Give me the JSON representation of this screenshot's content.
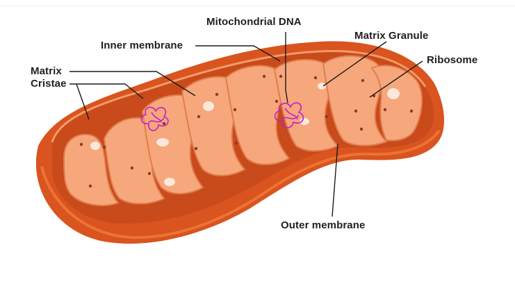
{
  "diagram": {
    "labels": {
      "mtdna": "Mitochondrial DNA",
      "inner_membrane": "Inner membrane",
      "matrix_granule": "Matrix Granule",
      "ribosome": "Ribosome",
      "matrix": "Matrix",
      "cristae": "Cristae",
      "outer_membrane": "Outer membrane"
    },
    "colors": {
      "outer": "#d9541e",
      "outer_dark": "#b83d12",
      "outer_light": "#f07a3c",
      "cavity": "#c94a1a",
      "cristae": "#f6a77c",
      "cristae_shade": "#e88a5c",
      "granule": "#fde8dc",
      "ribosome": "#8a3a2a",
      "dna": "#c020c8",
      "leader": "#1a1a1a"
    }
  }
}
